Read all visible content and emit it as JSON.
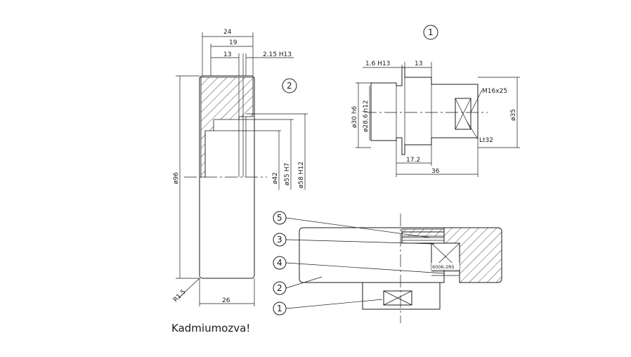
{
  "drawing": {
    "note": "Kadmiumozva!",
    "part2": {
      "label": "2",
      "dims": {
        "d24": "24",
        "d19": "19",
        "d13": "13",
        "d215": "2.15  H13",
        "d96": "ø96",
        "d42": "ø42",
        "d55": "ø55  H7",
        "d58": "ø58  H12",
        "r15": "R1.5",
        "d26": "26"
      }
    },
    "part1": {
      "label": "1",
      "dims": {
        "d16": "1.6  H13",
        "d13": "13",
        "d30": "ø30  h6",
        "d286": "ø28.6  h12",
        "m16": "M16x25",
        "d35": "ø35",
        "lt32": "Lt32",
        "d172": "17.2",
        "d36": "36"
      }
    },
    "assembly": {
      "balloons": [
        "5",
        "3",
        "4",
        "2",
        "1"
      ],
      "bearing": "6006-2RS"
    }
  },
  "colors": {
    "line": "#1a1a1a",
    "background": "#ffffff"
  }
}
